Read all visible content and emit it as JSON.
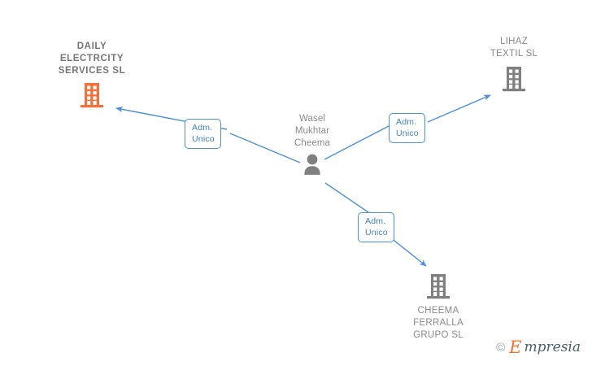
{
  "graph": {
    "title": "Empresia company relationship graph",
    "colors": {
      "edge": "#4a90d9",
      "chip_border": "#4a90d9",
      "chip_text": "#3c82c4",
      "node_gray": "#8a8a8a",
      "node_orange": "#f5703a",
      "icon_gray": "#808080",
      "background": "#ffffff"
    },
    "nodes": [
      {
        "id": "daily-electrcity",
        "type": "company",
        "label": "DAILY\nELECTRCITY\nSERVICES  SL",
        "icon": "building-icon",
        "icon_color": "#f5703a",
        "label_position": "above"
      },
      {
        "id": "lihaz-textil",
        "type": "company",
        "label": "LIHAZ\nTEXTIL  SL",
        "icon": "building-icon",
        "icon_color": "#808080",
        "label_position": "above"
      },
      {
        "id": "wasel-mukhtar-cheema",
        "type": "person",
        "label": "Wasel\nMukhtar\nCheema",
        "icon": "person-icon",
        "icon_color": "#808080",
        "label_position": "above"
      },
      {
        "id": "cheema-ferralla-grupo",
        "type": "company",
        "label": "CHEEMA\nFERRALLA\nGRUPO  SL",
        "icon": "building-icon",
        "icon_color": "#808080",
        "label_position": "below"
      }
    ],
    "edges": [
      {
        "id": "edge-to-daily-electrcity",
        "from": "wasel-mukhtar-cheema",
        "to": "daily-electrcity",
        "label": "Adm.\nUnico",
        "arrow": "end"
      },
      {
        "id": "edge-to-lihaz-textil",
        "from": "wasel-mukhtar-cheema",
        "to": "lihaz-textil",
        "label": "Adm.\nUnico",
        "arrow": "end"
      },
      {
        "id": "edge-to-cheema-ferralla",
        "from": "wasel-mukhtar-cheema",
        "to": "cheema-ferralla-grupo",
        "label": "Adm.\nUnico",
        "arrow": "end"
      }
    ]
  },
  "watermark": {
    "copyright": "©",
    "brand_initial": "E",
    "brand_rest": "mpresia"
  }
}
